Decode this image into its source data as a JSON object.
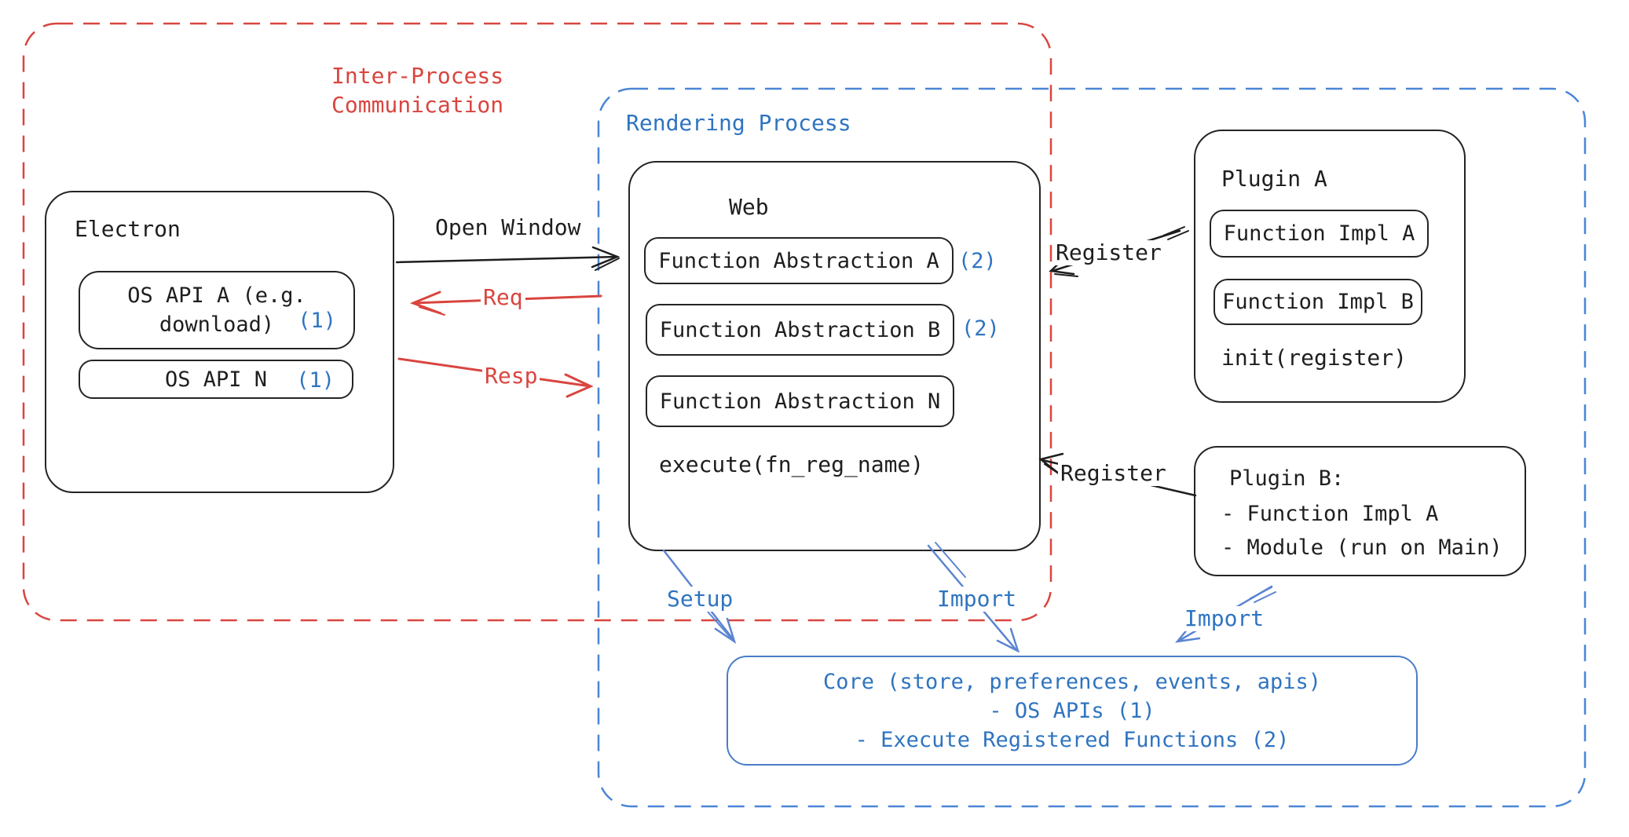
{
  "colors": {
    "ink_black": "#1e1e1e",
    "accent_red": "#d9453f",
    "accent_blue": "#2f74c0",
    "arrow_blue": "#5b84d1",
    "core_border_blue": "#4a7dc9"
  },
  "ipc": {
    "title_line1": "Inter-Process",
    "title_line2": "Communication"
  },
  "rendering": {
    "title": "Rendering Process"
  },
  "electron": {
    "title": "Electron",
    "api_a": {
      "line1": "OS API A (e.g.",
      "line2": "download)",
      "badge": "(1)"
    },
    "api_n": {
      "label": "OS API N",
      "badge": "(1)"
    }
  },
  "web": {
    "title": "Web",
    "abstractions": [
      {
        "label": "Function Abstraction A",
        "badge": "(2)"
      },
      {
        "label": "Function Abstraction B",
        "badge": "(2)"
      },
      {
        "label": "Function Abstraction N",
        "badge": ""
      }
    ],
    "execute": "execute(fn_reg_name)"
  },
  "plugin_a": {
    "title": "Plugin A",
    "impls": [
      "Function Impl A",
      "Function Impl B"
    ],
    "init": "init(register)"
  },
  "plugin_b": {
    "title": "Plugin B:",
    "lines": [
      "- Function Impl A",
      "- Module (run on Main)"
    ]
  },
  "core": {
    "lines": [
      "Core (store, preferences, events, apis)",
      "- OS APIs (1)",
      "- Execute Registered Functions (2)"
    ]
  },
  "arrows": {
    "open_window": "Open Window",
    "req": "Req",
    "resp": "Resp",
    "register_top": "Register",
    "register_bottom": "Register",
    "setup": "Setup",
    "import_mid": "Import",
    "import_right": "Import"
  }
}
